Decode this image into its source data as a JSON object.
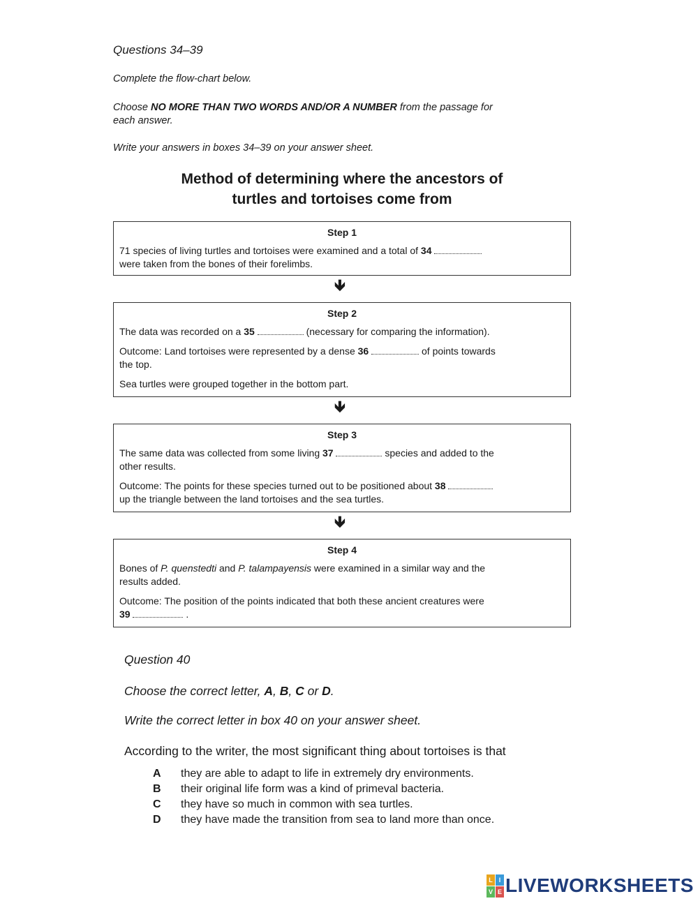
{
  "header": {
    "questions_label": "Questions 34–39",
    "instruction_1": "Complete the flow-chart below.",
    "instruction_2_pre": "Choose ",
    "instruction_2_bold": "NO MORE THAN TWO WORDS AND/OR A NUMBER",
    "instruction_2_post": " from the passage for",
    "instruction_2_line2": "each answer.",
    "instruction_3": "Write your answers in boxes 34–39 on your answer sheet."
  },
  "flowchart": {
    "title_line1": "Method of determining where the ancestors of",
    "title_line2": "turtles and tortoises come from",
    "arrow": "🡻",
    "steps": [
      {
        "title": "Step 1",
        "p1_a": "71 species of living turtles and tortoises were examined and a total of ",
        "p1_num": "34",
        "p1_b": "were taken from the bones of their forelimbs."
      },
      {
        "title": "Step 2",
        "p1_a": "The data was recorded on a ",
        "p1_num": "35",
        "p1_b": "(necessary for comparing the information).",
        "p2_a": "Outcome: Land tortoises were represented by a dense ",
        "p2_num": "36",
        "p2_b": "of points towards",
        "p2_c": "the top.",
        "p3": "Sea turtles were grouped together in the bottom part."
      },
      {
        "title": "Step 3",
        "p1_a": "The same data was collected from some living ",
        "p1_num": "37",
        "p1_b": "species and added to the",
        "p1_c": "other results.",
        "p2_a": "Outcome: The points for these species turned out to be positioned about ",
        "p2_num": "38",
        "p2_b": "up the triangle between the land tortoises and the sea turtles."
      },
      {
        "title": "Step 4",
        "p1_a": "Bones of ",
        "p1_i1": "P. quenstedti",
        "p1_b": " and ",
        "p1_i2": "P. talampayensis",
        "p1_c": " were examined in a similar way and the",
        "p1_d": "results added.",
        "p2_a": "Outcome: The position of the points indicated that both these ancient creatures were",
        "p2_num": "39",
        "p2_end": "."
      }
    ]
  },
  "question40": {
    "label": "Question 40",
    "instruction_pre": "Choose the correct letter, ",
    "letters": [
      "A",
      "B",
      "C",
      "D"
    ],
    "instruction_2": "Write the correct letter in box 40 on your answer sheet.",
    "stem": "According to the writer, the most significant thing about tortoises is that",
    "options": [
      {
        "letter": "A",
        "text": "they are able to adapt to life in extremely dry environments."
      },
      {
        "letter": "B",
        "text": "their original life form was a kind of primeval bacteria."
      },
      {
        "letter": "C",
        "text": "they have so much in common with sea turtles."
      },
      {
        "letter": "D",
        "text": "they have made the transition from sea to land more than once."
      }
    ]
  },
  "footer": {
    "logo_text": "LIVEWORKSHEETS",
    "logo_icon_letters": [
      "L",
      "I",
      "V",
      "E"
    ],
    "logo_colors": [
      "#e8a51e",
      "#3a9ad9",
      "#5cb85c",
      "#d9534f"
    ]
  }
}
